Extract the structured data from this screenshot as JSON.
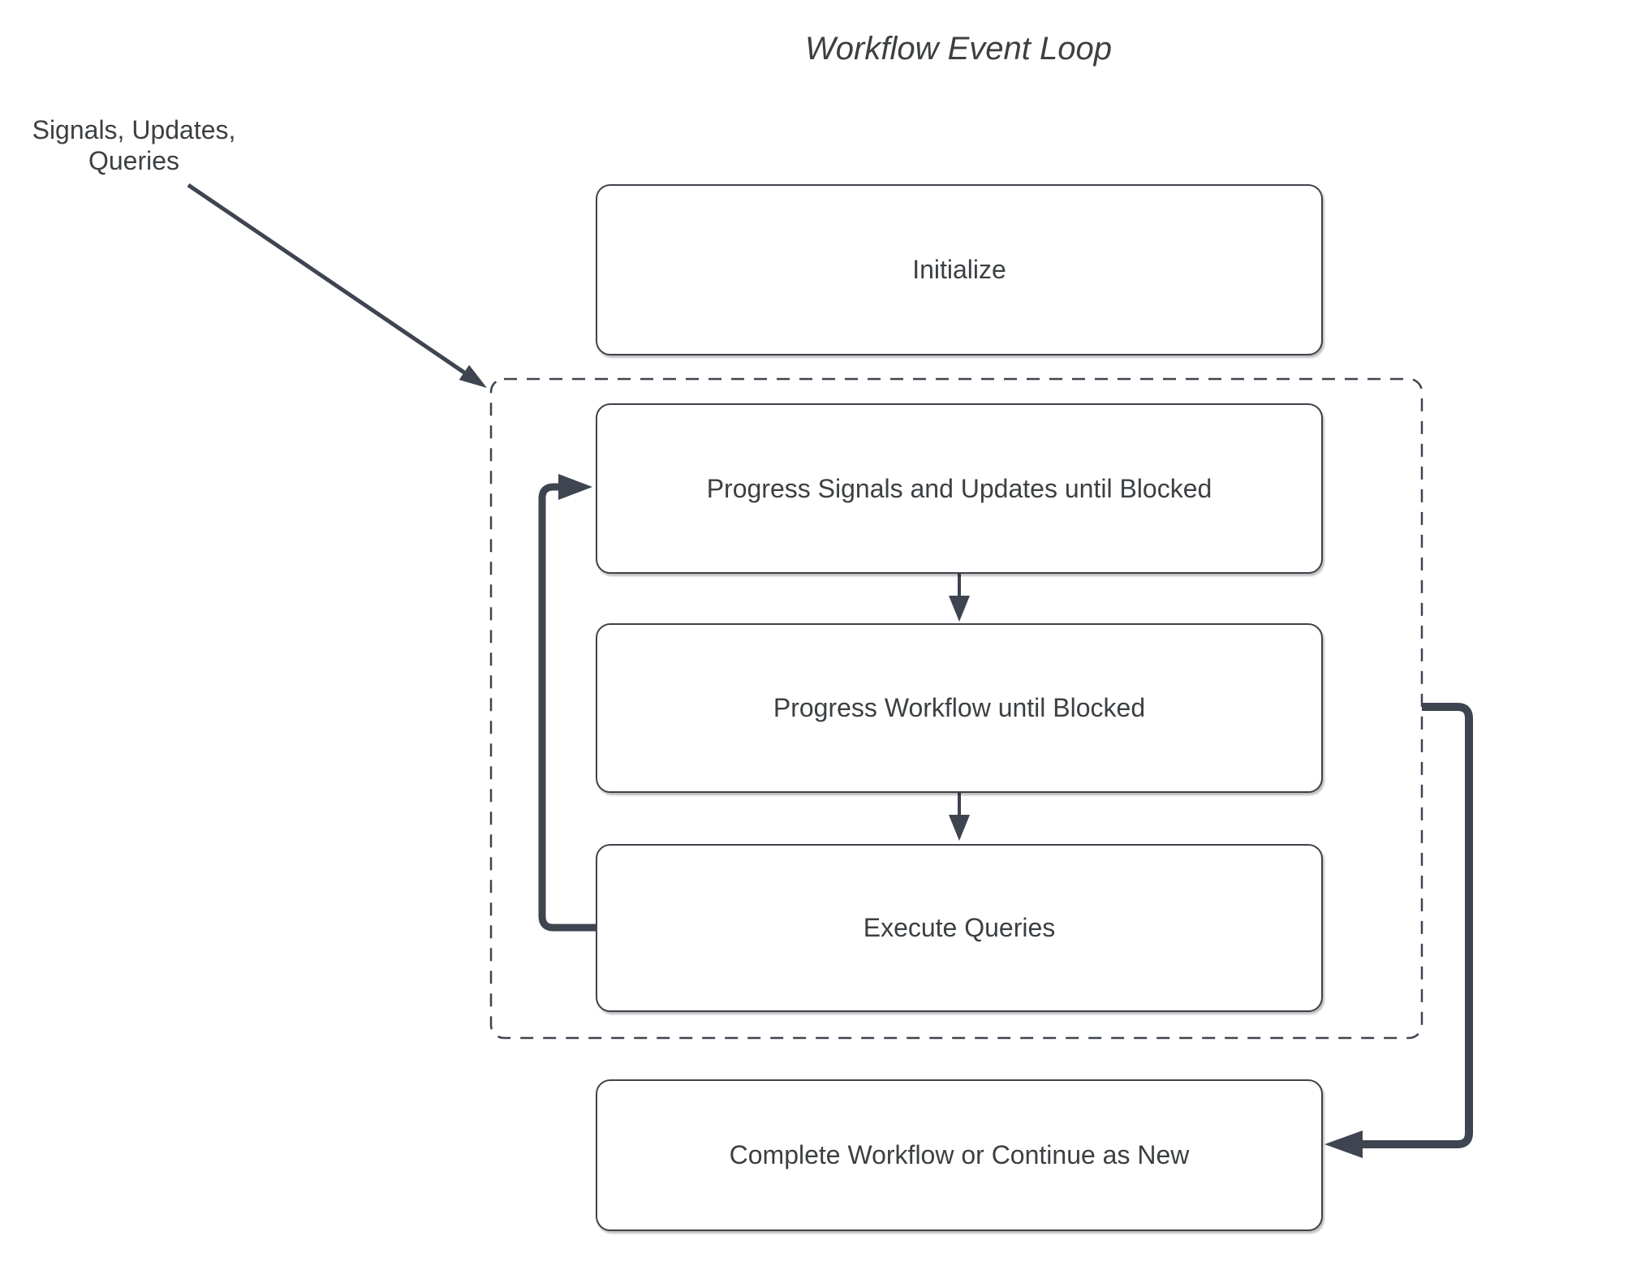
{
  "title": "Workflow Event Loop",
  "annotation": {
    "line1": "Signals, Updates,",
    "line2": "Queries"
  },
  "nodes": [
    {
      "id": "initialize",
      "label": "Initialize"
    },
    {
      "id": "progress-signals",
      "label": "Progress Signals and Updates until Blocked"
    },
    {
      "id": "progress-workflow",
      "label": "Progress Workflow until Blocked"
    },
    {
      "id": "execute-queries",
      "label": "Execute Queries"
    },
    {
      "id": "complete",
      "label": "Complete Workflow or Continue as New"
    }
  ],
  "loop_container": {
    "style": "dashed",
    "contains": [
      "progress-signals",
      "progress-workflow",
      "execute-queries"
    ]
  },
  "colors": {
    "line": "#3e4450",
    "node_border": "#3e424a",
    "text": "#3c4043",
    "background": "#ffffff"
  }
}
